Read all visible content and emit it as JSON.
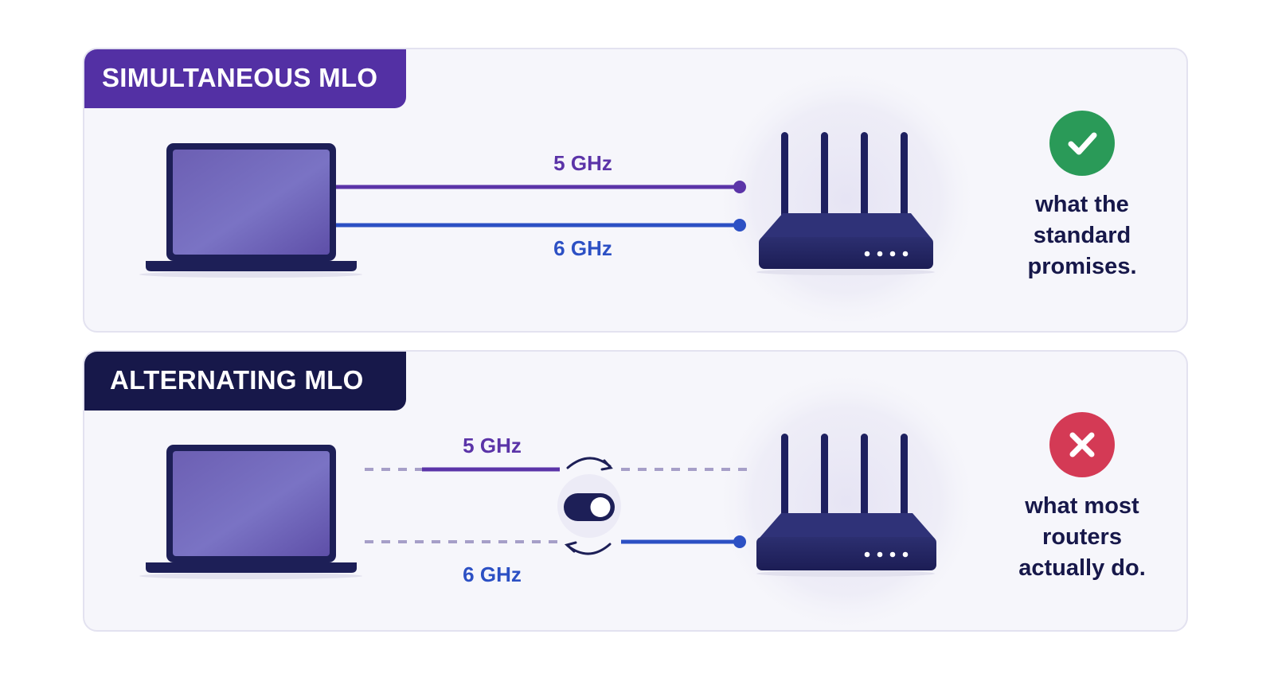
{
  "colors": {
    "purple": "#5b34a8",
    "blue": "#2c50c4",
    "navy": "#17184a",
    "success_green": "#2a9a58",
    "error_red": "#d43a55",
    "panel_bg": "#f6f6fb"
  },
  "panels": [
    {
      "title": "SIMULTANEOUS MLO",
      "bands": [
        {
          "label": "5 GHz",
          "color": "purple",
          "link": "solid"
        },
        {
          "label": "6 GHz",
          "color": "blue",
          "link": "solid"
        }
      ],
      "status_icon": "check-icon",
      "caption_lines": [
        "what the",
        "standard",
        "promises."
      ]
    },
    {
      "title": "ALTERNATING MLO",
      "bands": [
        {
          "label": "5 GHz",
          "color": "purple",
          "link": "alternating"
        },
        {
          "label": "6 GHz",
          "color": "blue",
          "link": "alternating"
        }
      ],
      "switch_icon": "toggle-switch-icon",
      "status_icon": "cross-icon",
      "caption_lines": [
        "what most",
        "routers",
        "actually do."
      ]
    }
  ]
}
